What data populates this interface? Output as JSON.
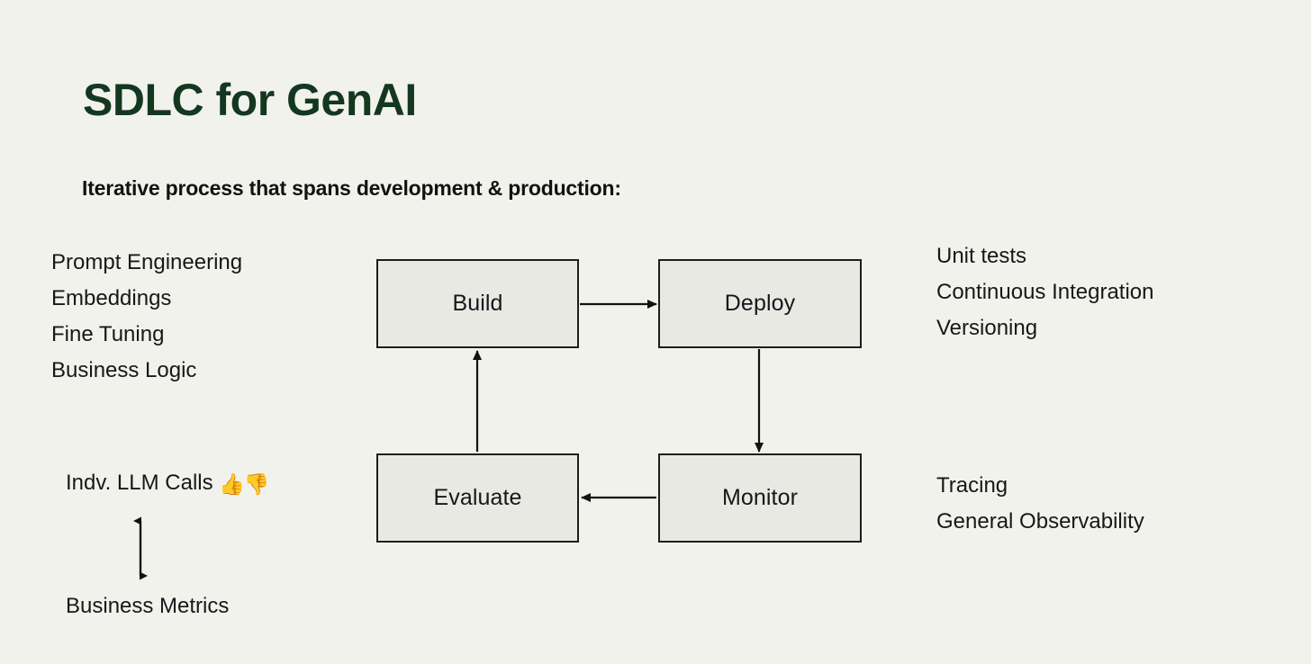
{
  "slide": {
    "title": "SDLC for GenAI",
    "subtitle": "Iterative process that spans development & production:",
    "background_color": "#f2f2ed",
    "title_color": "#143720",
    "node_fill_color": "#e9e9e4",
    "node_border_color": "#1d1d1d"
  },
  "dev_inputs": {
    "lines": [
      "Prompt Engineering",
      "Embeddings",
      "Fine Tuning",
      "Business Logic"
    ]
  },
  "ops_outputs": {
    "lines": [
      "Unit tests",
      "Continuous Integration",
      "Versioning"
    ]
  },
  "observability": {
    "lines": [
      "Tracing",
      "General Observability"
    ]
  },
  "eval_scale": {
    "top_label": "Indv. LLM Calls",
    "top_emoji": "👍👎",
    "bottom_label": "Business Metrics",
    "connector": "double-headed-vertical-arrow"
  },
  "diagram": {
    "type": "cycle-flow",
    "nodes": [
      {
        "id": "build",
        "label": "Build"
      },
      {
        "id": "deploy",
        "label": "Deploy"
      },
      {
        "id": "evaluate",
        "label": "Evaluate"
      },
      {
        "id": "monitor",
        "label": "Monitor"
      }
    ],
    "edges": [
      {
        "from": "build",
        "to": "deploy",
        "direction": "right"
      },
      {
        "from": "deploy",
        "to": "monitor",
        "direction": "down"
      },
      {
        "from": "monitor",
        "to": "evaluate",
        "direction": "left"
      },
      {
        "from": "evaluate",
        "to": "build",
        "direction": "up"
      }
    ]
  }
}
